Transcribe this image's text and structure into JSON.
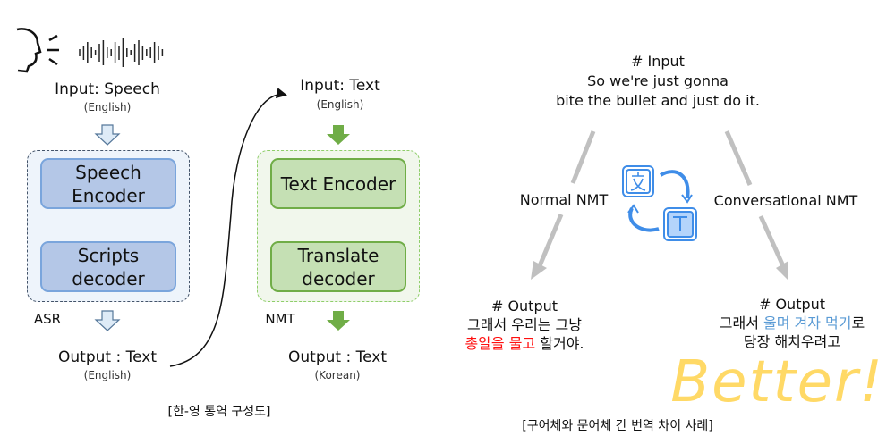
{
  "left": {
    "asr": {
      "input_label": "Input: Speech",
      "input_lang": "(English)",
      "encoder": "Speech Encoder",
      "decoder": "Scripts decoder",
      "tag": "ASR",
      "output_label": "Output : Text",
      "output_lang": "(English)"
    },
    "nmt": {
      "input_label": "Input: Text",
      "input_lang": "(English)",
      "encoder": "Text Encoder",
      "decoder": "Translate decoder",
      "tag": "NMT",
      "output_label": "Output : Text",
      "output_lang": "(Korean)"
    },
    "caption": "[한-영 통역 구성도]"
  },
  "right": {
    "input_header": "# Input",
    "input_line1": "So we're just gonna",
    "input_line2": "bite the bullet and just do it.",
    "normal_label": "Normal NMT",
    "conv_label": "Conversational NMT",
    "normal_output": {
      "header": "# Output",
      "line1": "그래서 우리는 그냥",
      "line2_highlight": "총알을 물고",
      "line2_rest": " 할거야."
    },
    "conv_output": {
      "header": "# Output",
      "line1_pre": "그래서 ",
      "line1_highlight": "울며 겨자 먹기",
      "line1_post": "로",
      "line2": "당장 해치우려고"
    },
    "better": "Better!",
    "caption": "[구어체와 문어체 간 번역 차이 사례]"
  },
  "colors": {
    "asr_fill": "#b4c7e7",
    "nmt_fill": "#c5e0b4",
    "highlight_red": "#ff1010",
    "highlight_blue": "#5b9bd5",
    "better": "#ffd966"
  }
}
